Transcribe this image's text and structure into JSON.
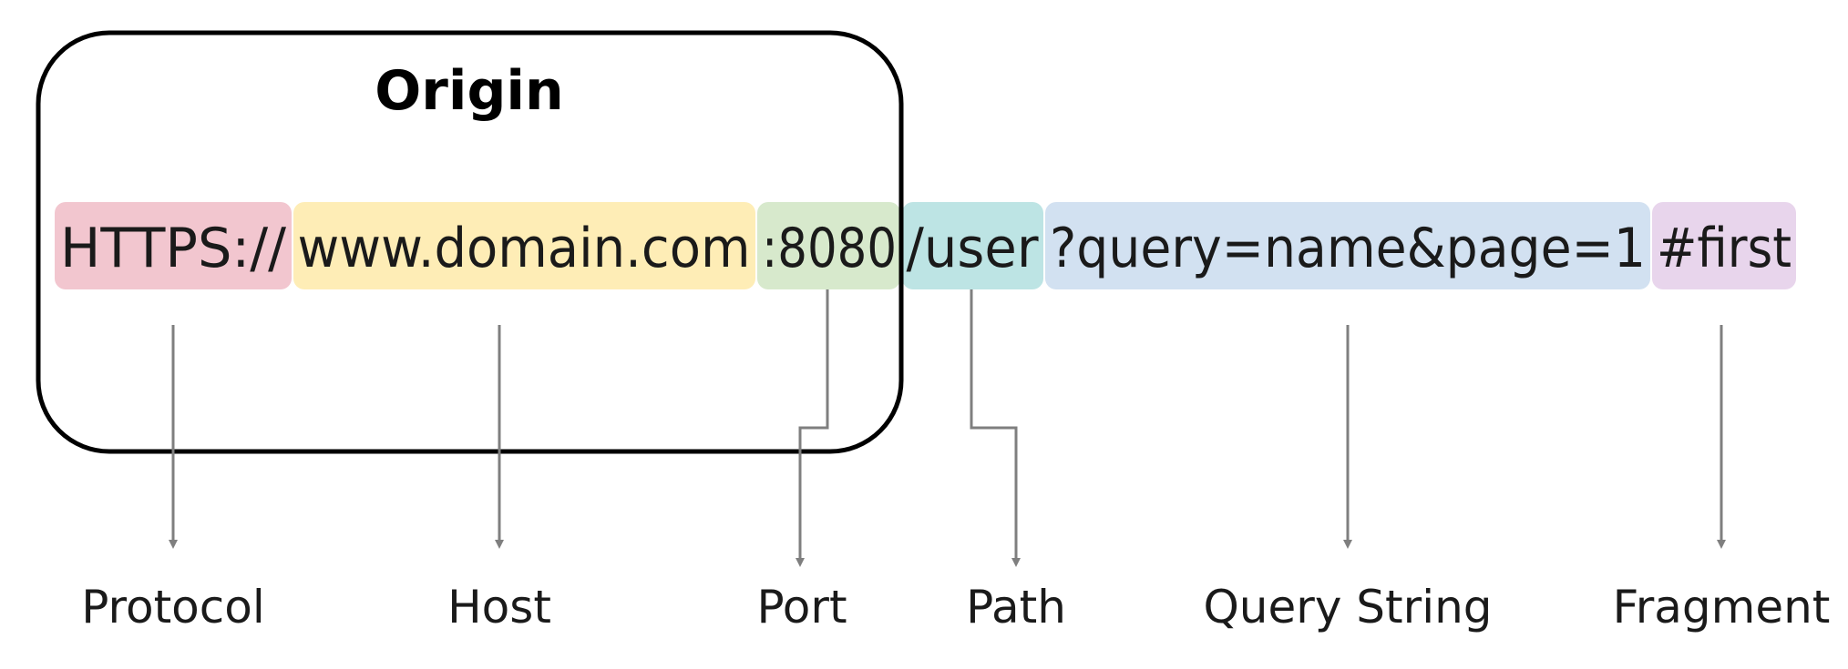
{
  "origin": {
    "title": "Origin"
  },
  "url_segments": [
    {
      "id": "protocol",
      "text": "HTTPS://",
      "color": "#f2c6cf"
    },
    {
      "id": "host",
      "text": "www.domain.com",
      "color": "#feedb6"
    },
    {
      "id": "port",
      "text": ":8080",
      "color": "#d7e9cc"
    },
    {
      "id": "path",
      "text": "/user",
      "color": "#bde4e4"
    },
    {
      "id": "query",
      "text": "?query=name&page=1",
      "color": "#d2e1f1"
    },
    {
      "id": "fragment",
      "text": "#first",
      "color": "#e8d5ec"
    }
  ],
  "labels": {
    "protocol": "Protocol",
    "host": "Host",
    "port": "Port",
    "path": "Path",
    "query": "Query String",
    "fragment": "Fragment"
  },
  "colors": {
    "arrow": "#7f7f7f",
    "origin_border": "#000000"
  }
}
